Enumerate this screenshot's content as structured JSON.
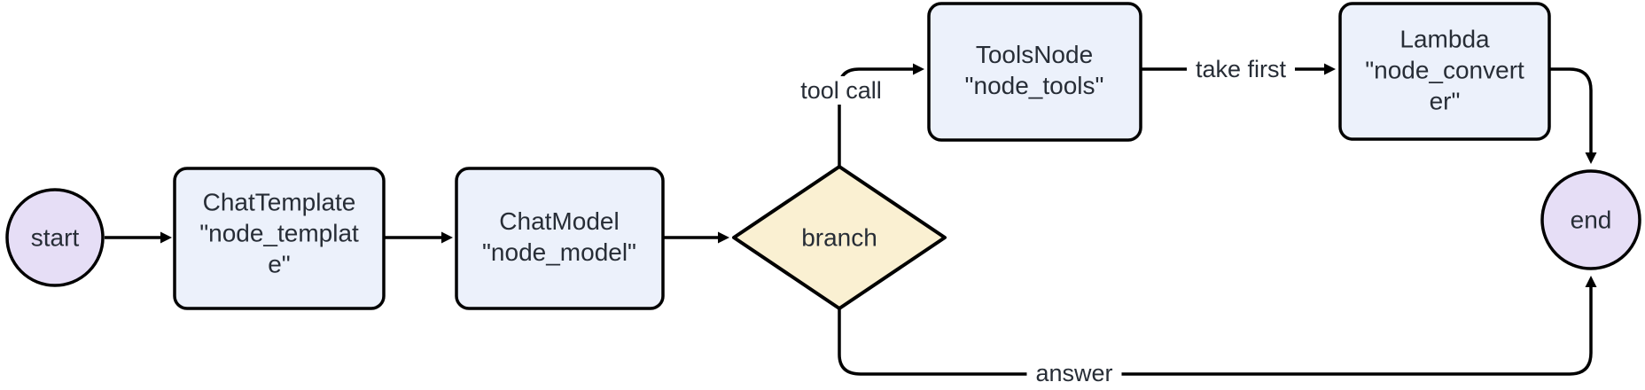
{
  "diagram": {
    "type": "flowchart",
    "direction": "left-to-right",
    "nodes": {
      "start": {
        "shape": "circle",
        "label": "start"
      },
      "template": {
        "shape": "rounded-rect",
        "label": "ChatTemplate\n\"node_templat\ne\""
      },
      "model": {
        "shape": "rounded-rect",
        "label": "ChatModel\n\"node_model\""
      },
      "branch": {
        "shape": "diamond",
        "label": "branch"
      },
      "tools": {
        "shape": "rounded-rect",
        "label": "ToolsNode\n\"node_tools\""
      },
      "converter": {
        "shape": "rounded-rect",
        "label": "Lambda\n\"node_convert\ner\""
      },
      "end": {
        "shape": "circle",
        "label": "end"
      }
    },
    "edges": [
      {
        "from": "start",
        "to": "template",
        "label": ""
      },
      {
        "from": "template",
        "to": "model",
        "label": ""
      },
      {
        "from": "model",
        "to": "branch",
        "label": ""
      },
      {
        "from": "branch",
        "to": "tools",
        "label": "tool call"
      },
      {
        "from": "tools",
        "to": "converter",
        "label": "take first"
      },
      {
        "from": "converter",
        "to": "end",
        "label": ""
      },
      {
        "from": "branch",
        "to": "end",
        "label": "answer"
      }
    ],
    "edge_labels": {
      "tool_call": "tool call",
      "take_first": "take first",
      "answer": "answer"
    },
    "colors": {
      "terminal_fill": "#e6def6",
      "process_fill": "#ecf1fb",
      "decision_fill": "#faf0d2",
      "stroke": "#000000",
      "text": "#272d36",
      "background": "#ffffff"
    }
  }
}
